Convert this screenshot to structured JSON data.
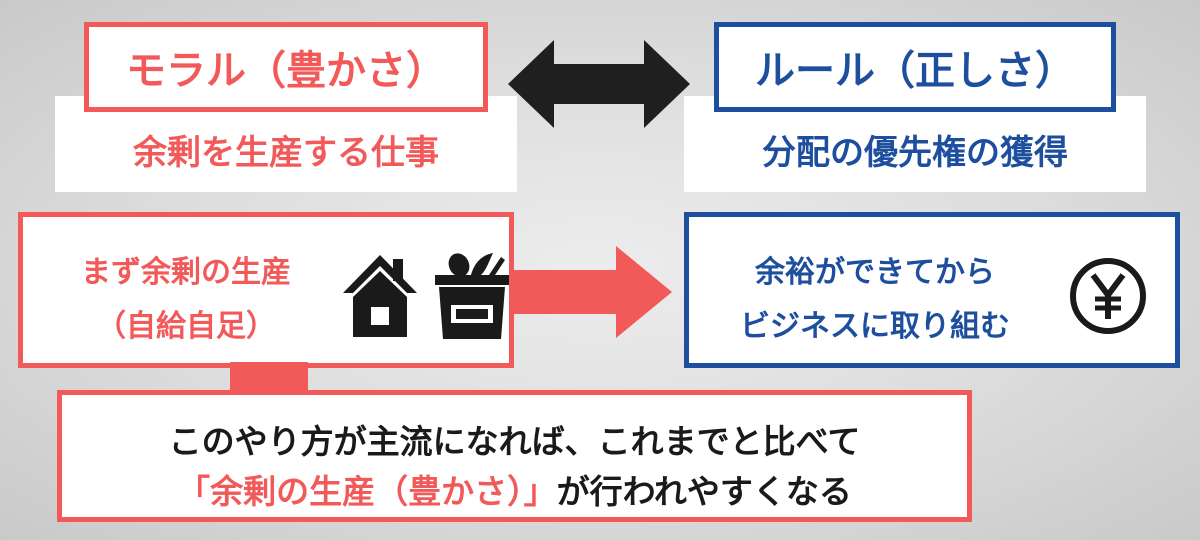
{
  "moral": {
    "title": "モラル（豊かさ）",
    "subtitle": "余剰を生産する仕事"
  },
  "rule": {
    "title": "ルール（正しさ）",
    "subtitle": "分配の優先権の獲得"
  },
  "first_step": {
    "line1": "まず余剰の生産",
    "line2": "（自給自足）"
  },
  "business_step": {
    "line1": "余裕ができてから",
    "line2": "ビジネスに取り組む"
  },
  "conclusion": {
    "line1": "このやり方が主流になれば、これまでと比べて",
    "line2_highlight": "「余剰の生産（豊かさ）」",
    "line2_rest": "が行われやすくなる"
  },
  "icons": {
    "bidirectional": "double-arrow-icon",
    "forward": "right-arrow-icon",
    "house": "house-icon",
    "grocery": "grocery-bag-icon",
    "yen": "yen-coin-icon"
  },
  "colors": {
    "red": "#f25a5a",
    "blue": "#1d4f9e",
    "dark": "#1a1a1a"
  }
}
